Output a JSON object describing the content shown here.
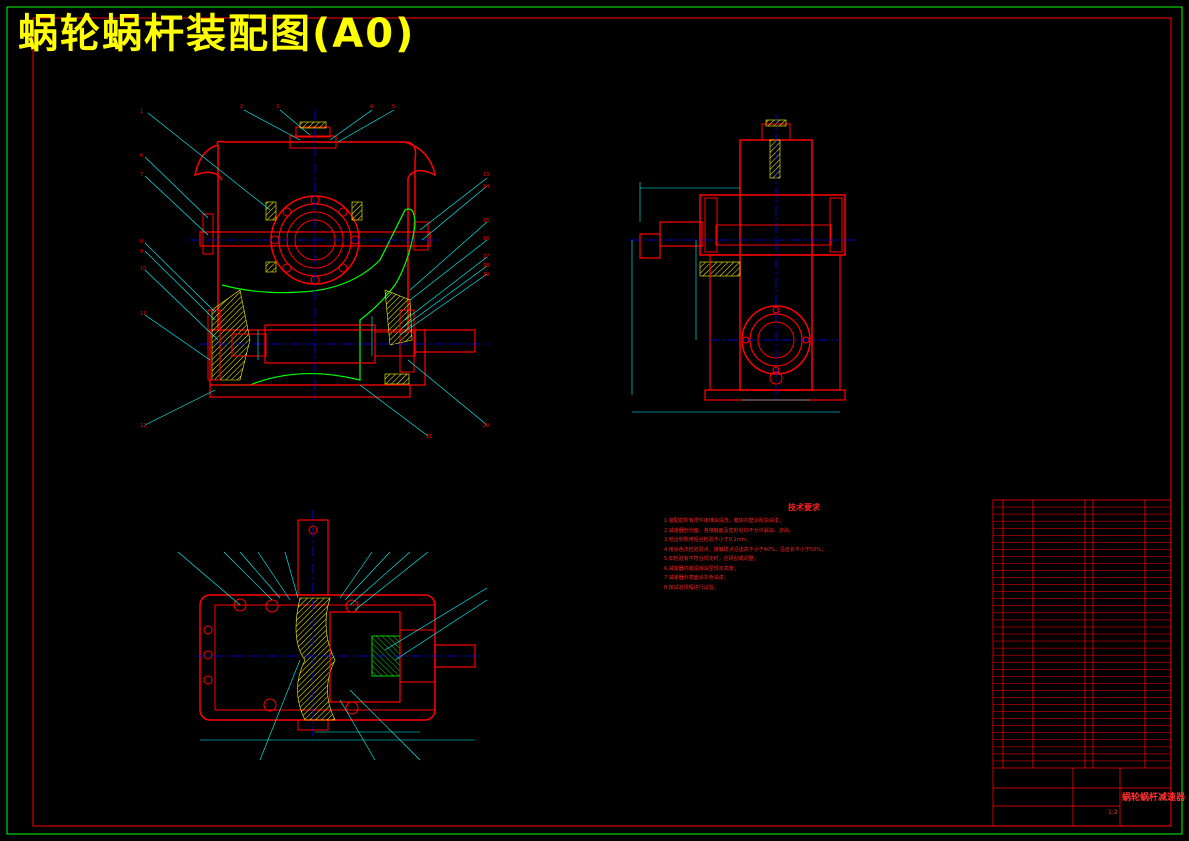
{
  "drawing": {
    "title": "蜗轮蜗杆装配图(A0)",
    "technical_requirements": {
      "heading": "技术要求",
      "items": [
        "1.装配前所有零件用煤油清洗，箱体内壁涂耐油油漆；",
        "2.减速器剖分面、各接触面及密封处均不允许漏油、渗油；",
        "3.啮合侧隙用铅丝检验不小于0.1mm；",
        "4.用涂色法检验斑点，接触斑点沿齿高不小于40%，沿齿长不小于50%；",
        "5.如检验有不符合规定时，应研刮或调整；",
        "6.减速器内装润滑油至规定高度；",
        "7.减速器外表面涂灰色油漆；",
        "8.按试验规程进行试验。"
      ]
    },
    "title_block": {
      "name": "蜗轮蜗杆减速器",
      "scale": "1:2"
    }
  },
  "colors": {
    "background": "#000000",
    "frame": "#00ff00",
    "outline": "#ff0000",
    "centerline": "#0000ff",
    "leader": "#00ffff",
    "hatch": "#ffff00",
    "section": "#00ff00",
    "title": "#ffff00"
  }
}
